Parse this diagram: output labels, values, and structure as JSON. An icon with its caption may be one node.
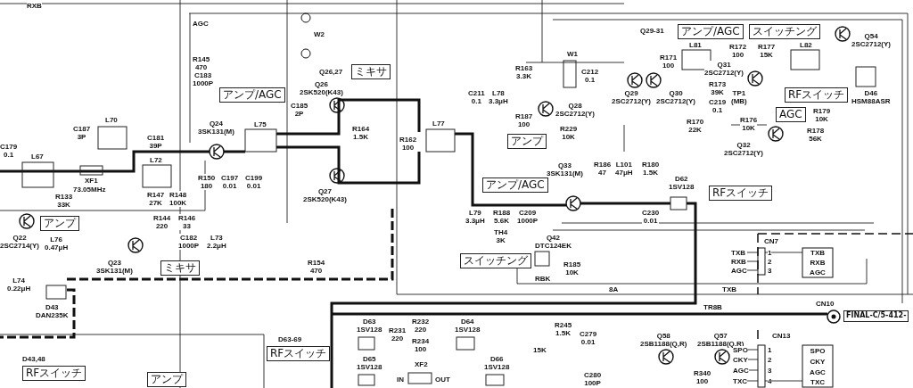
{
  "diagram": {
    "nodes": [
      {
        "text": [
          "アンプ/AGC"
        ]
      },
      {
        "text": [
          "ミキサ"
        ]
      },
      {
        "text": [
          "アンプ"
        ]
      },
      {
        "text": [
          "アンプ/AGC"
        ]
      },
      {
        "text": [
          "アンプ/AGC"
        ]
      },
      {
        "text": [
          "スイッチング"
        ]
      },
      {
        "text": [
          "RFスイッチ"
        ]
      },
      {
        "text": [
          "AGC"
        ]
      },
      {
        "text": [
          "RFスイッチ"
        ]
      },
      {
        "text": [
          "アンプ"
        ]
      },
      {
        "text": [
          "ミキサ"
        ]
      },
      {
        "text": [
          "スイッチング"
        ]
      },
      {
        "text": [
          "RFスイッチ"
        ]
      },
      {
        "text": [
          "RFスイッチ"
        ]
      },
      {
        "text": [
          "アンプ"
        ]
      },
      {
        "text": [
          "FINAL-C/5-412-"
        ]
      }
    ],
    "labels": [
      "RXB",
      "AGC",
      "W2",
      "R145 470",
      "C183 1000P",
      "C185 2P",
      "Q26,27",
      "L70",
      "C187 3P",
      "C181 39P",
      "Q24 3SK131(M)",
      "L75",
      "Q26 2SK520(K43)",
      "R164 1.5K",
      "R162 100",
      "L77",
      "C179 0.1",
      "L67",
      "XF1",
      "73.05MHz",
      "L72",
      "R147 27K",
      "R148 100K",
      "R150 180",
      "C197 0.01",
      "C199 0.01",
      "Q27 2SK520(K43)",
      "C211 0.1",
      "L78 3.3μH",
      "R163 3.3K",
      "R187 100",
      "Q28 2SC2712(Y)",
      "W1",
      "C212 0.1",
      "R229 10K",
      "Q29-31",
      "L81",
      "R171 100",
      "Q29 2SC2712(Y)",
      "Q30 2SC2712(Y)",
      "R172 100",
      "R177 15K",
      "L82",
      "Q31 2SC2712(Y)",
      "Q54 2SC2712(Y)",
      "R173 39K",
      "C219 0.1",
      "TP1 (MB)",
      "R170 22K",
      "R176 10K",
      "Q32 2SC2712(Y)",
      "R179 10K",
      "R178 56K",
      "D46 HSM88ASR",
      "R186 47",
      "L101 47μH",
      "R180 1.5K",
      "D62 1SV128",
      "C230 0.01",
      "Q33 3SK131(M)",
      "L79 3.3μH",
      "R188 5.6K",
      "C209 1000P",
      "TH4 3K",
      "Q42 DTC124EK",
      "R185 10K",
      "RBK",
      "8A",
      "TXB",
      "R133 33K",
      "Q22 2SC2714(Y)",
      "L76 0.47μH",
      "R144 220",
      "R146 33",
      "C182 1000P",
      "L73 2.2μH",
      "Q23 3SK131(M)",
      "L74 0.22μH",
      "D43 DAN235K",
      "R154 470",
      "D63-69",
      "D43,48",
      "D63 1SV128",
      "R231 220",
      "R232 220",
      "R234 100",
      "D64 1SV128",
      "15K",
      "R245 1.5K",
      "C279 0.01",
      "D65 1SV128",
      "XF2",
      "IN",
      "OUT",
      "D66 1SV128",
      "C280 100P",
      "CN7",
      "TXB",
      "1",
      "RXB",
      "2",
      "AGC",
      "3",
      "TXB",
      "RXB",
      "AGC",
      "TR8B",
      "CN10",
      "CN13",
      "Q58 2SB1188(Q,R)",
      "Q57 2SB1188(Q,R)",
      "SPO",
      "1",
      "CKY",
      "2",
      "AGC",
      "3",
      "TXC",
      "4",
      "SPO",
      "CKY",
      "AGC",
      "TXC",
      "R340 100"
    ]
  }
}
